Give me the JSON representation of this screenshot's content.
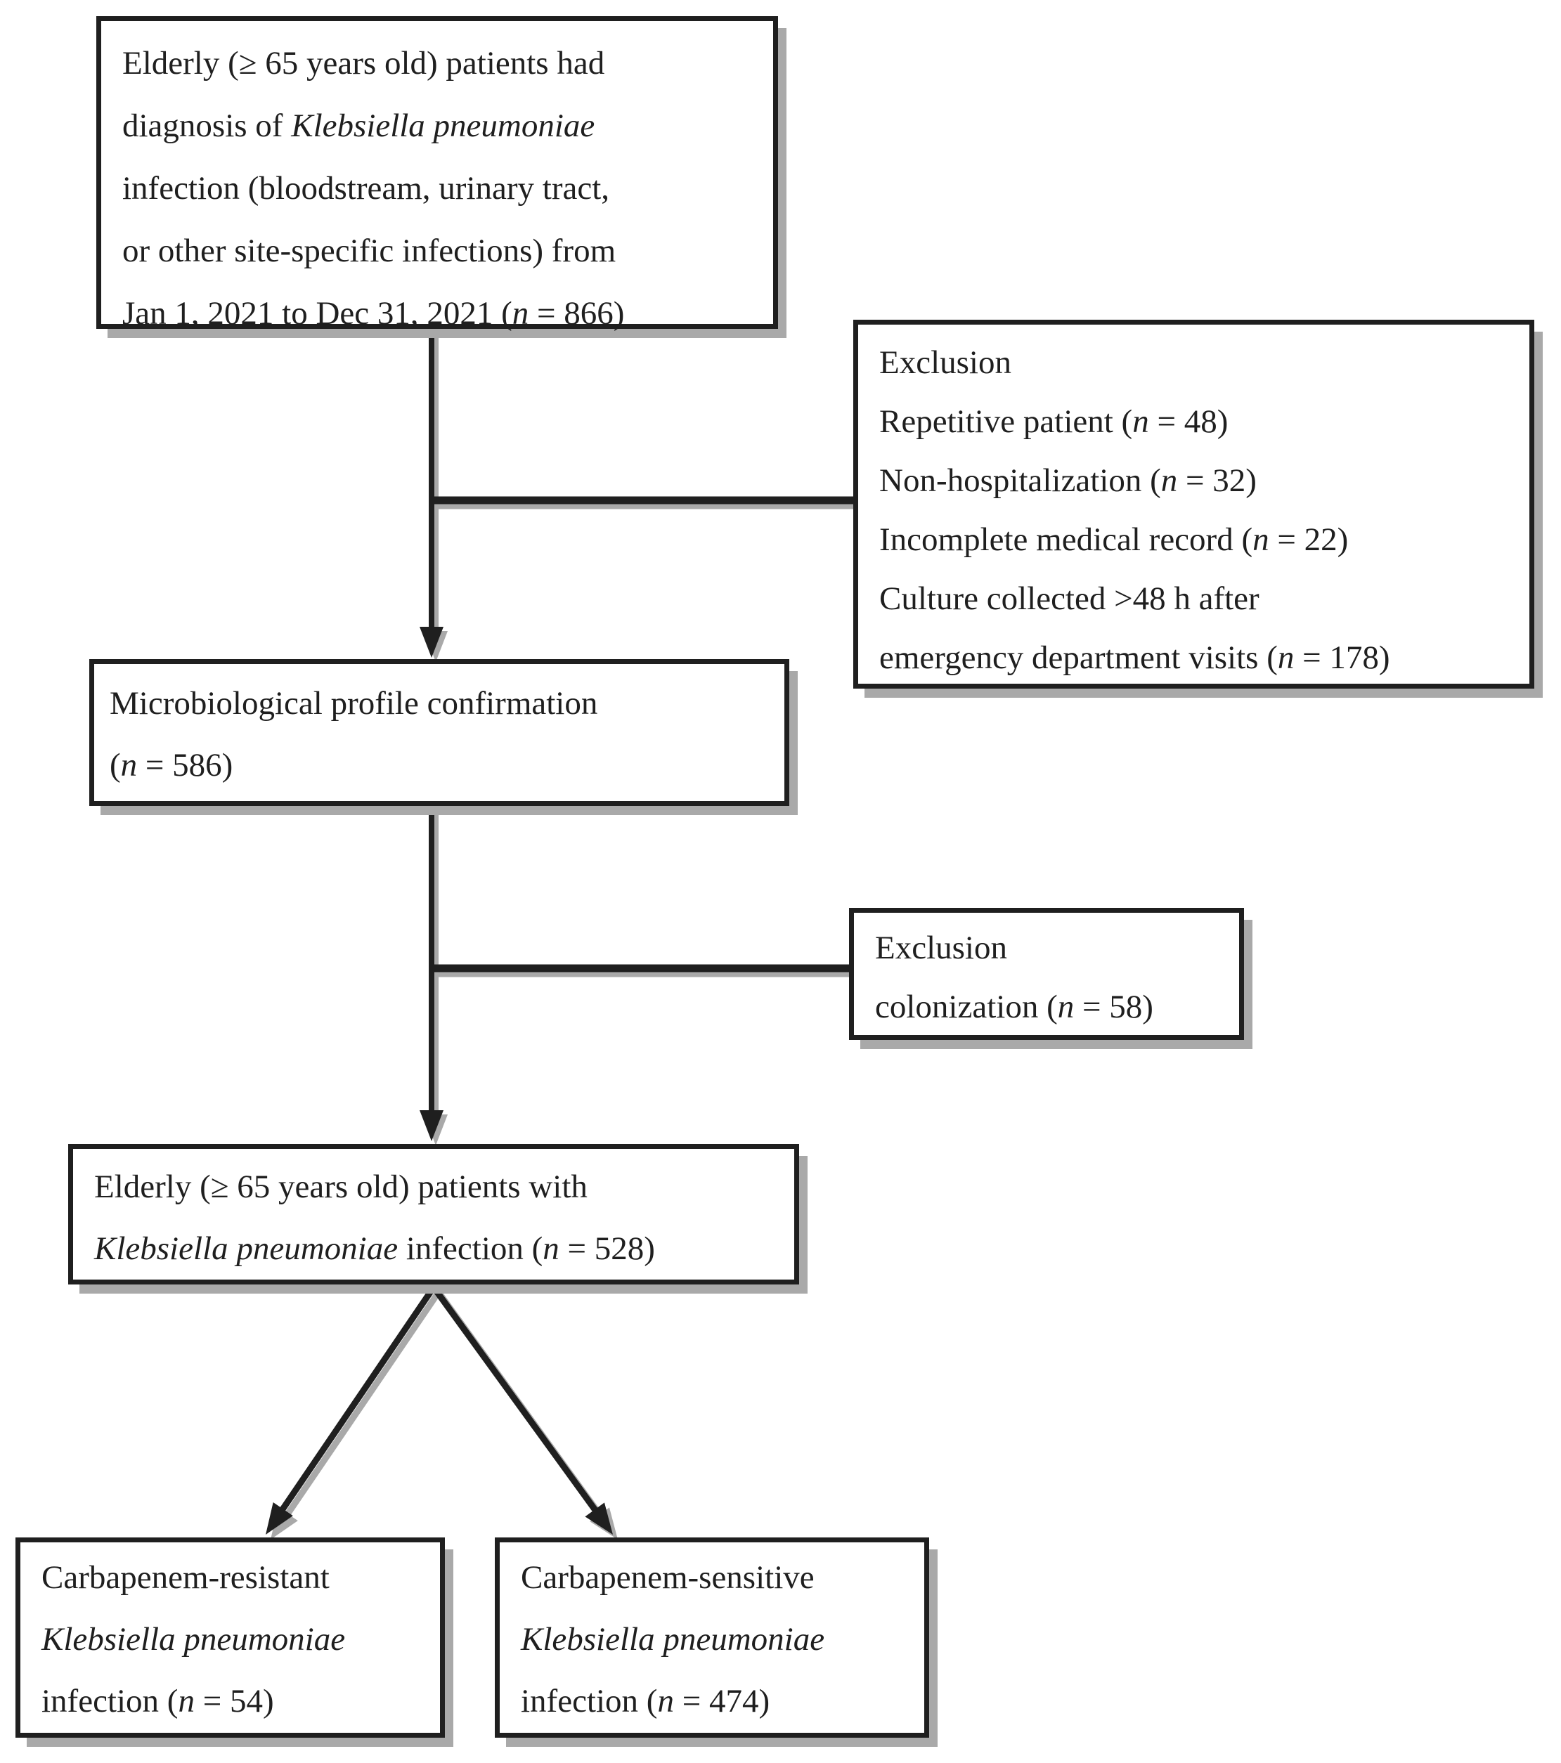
{
  "palette": {
    "background": "#ffffff",
    "border": "#1f1f1f",
    "text": "#1f1f1f",
    "shadow": "#a9a9a9"
  },
  "boxes": {
    "screened": {
      "lines": [
        [
          {
            "text": "Elderly (≥ 65 years old) patients had"
          }
        ],
        [
          {
            "text": "diagnosis of "
          },
          {
            "text": "Klebsiella pneumoniae",
            "italic": true
          }
        ],
        [
          {
            "text": "infection (bloodstream, urinary tract,"
          }
        ],
        [
          {
            "text": "or other site-specific infections) from"
          }
        ],
        [
          {
            "text": "Jan 1, 2021 to Dec 31, 2021 ("
          },
          {
            "text": "n",
            "italic": true
          },
          {
            "text": " = 866)"
          }
        ]
      ]
    },
    "exclusion_initial": {
      "lines": [
        [
          {
            "text": "Exclusion"
          }
        ],
        [
          {
            "text": "Repetitive patient ("
          },
          {
            "text": "n",
            "italic": true
          },
          {
            "text": " = 48)"
          }
        ],
        [
          {
            "text": "Non-hospitalization ("
          },
          {
            "text": "n",
            "italic": true
          },
          {
            "text": " = 32)"
          }
        ],
        [
          {
            "text": "Incomplete medical record ("
          },
          {
            "text": "n",
            "italic": true
          },
          {
            "text": " = 22)"
          }
        ],
        [
          {
            "text": "Culture collected >48 h after"
          }
        ],
        [
          {
            "text": "emergency department visits ("
          },
          {
            "text": "n",
            "italic": true
          },
          {
            "text": " = 178)"
          }
        ]
      ]
    },
    "microbiological": {
      "lines": [
        [
          {
            "text": "Microbiological profile confirmation"
          }
        ],
        [
          {
            "text": "("
          },
          {
            "text": "n",
            "italic": true
          },
          {
            "text": " = 586)"
          }
        ]
      ]
    },
    "exclusion_colonization": {
      "lines": [
        [
          {
            "text": "Exclusion"
          }
        ],
        [
          {
            "text": "colonization ("
          },
          {
            "text": "n",
            "italic": true
          },
          {
            "text": " = 58)"
          }
        ]
      ]
    },
    "included": {
      "lines": [
        [
          {
            "text": "Elderly (≥ 65 years old) patients with"
          }
        ],
        [
          {
            "text": "Klebsiella pneumoniae",
            "italic": true
          },
          {
            "text": " infection ("
          },
          {
            "text": "n",
            "italic": true
          },
          {
            "text": " = 528)"
          }
        ]
      ]
    },
    "carbapenem_resistant": {
      "lines": [
        [
          {
            "text": "Carbapenem-resistant"
          }
        ],
        [
          {
            "text": "Klebsiella pneumoniae",
            "italic": true
          }
        ],
        [
          {
            "text": "infection ("
          },
          {
            "text": "n",
            "italic": true
          },
          {
            "text": " = 54)"
          }
        ]
      ]
    },
    "carbapenem_sensitive": {
      "lines": [
        [
          {
            "text": "Carbapenem-sensitive"
          }
        ],
        [
          {
            "text": "Klebsiella pneumoniae",
            "italic": true
          }
        ],
        [
          {
            "text": "infection ("
          },
          {
            "text": "n",
            "italic": true
          },
          {
            "text": " = 474)"
          }
        ]
      ]
    }
  }
}
